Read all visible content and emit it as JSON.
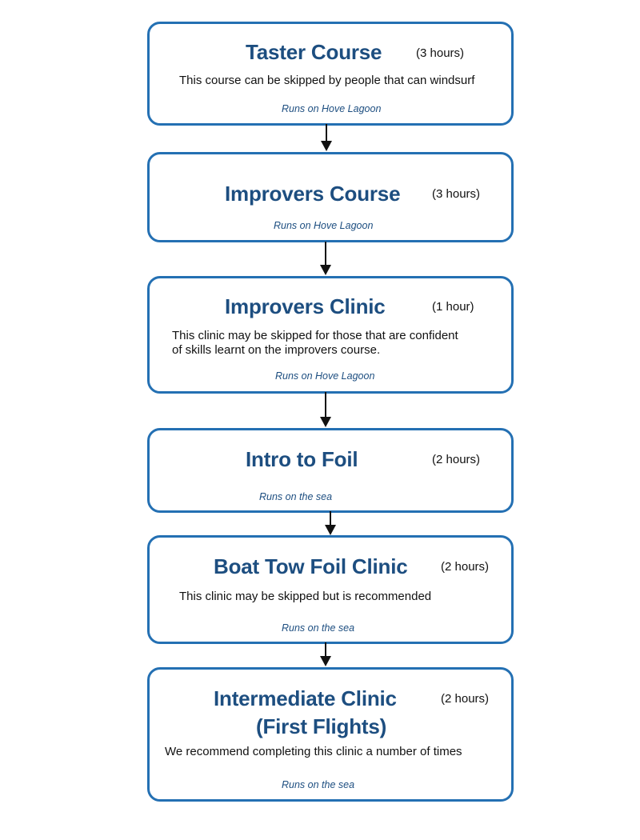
{
  "steps": [
    {
      "title": "Taster Course",
      "duration": "(3 hours)",
      "description": "This course can be skipped by people that can windsurf",
      "location": "Runs on Hove Lagoon"
    },
    {
      "title": "Improvers Course",
      "duration": "(3 hours)",
      "location": "Runs on Hove Lagoon"
    },
    {
      "title": "Improvers Clinic",
      "duration": "(1 hour)",
      "description_line1": "This clinic may be skipped for those that are confident",
      "description_line2": "of skills learnt on the improvers course.",
      "location": "Runs on Hove Lagoon"
    },
    {
      "title": "Intro to Foil",
      "duration": "(2 hours)",
      "location": "Runs on the sea"
    },
    {
      "title": "Boat Tow Foil Clinic",
      "duration": "(2 hours)",
      "description": "This clinic may be skipped but is recommended",
      "location": "Runs on the sea"
    },
    {
      "title_line1": "Intermediate Clinic",
      "title_line2": "(First Flights)",
      "duration": "(2 hours)",
      "description": "We recommend completing this clinic a number of times",
      "location": "Runs on the sea"
    }
  ],
  "colors": {
    "border": "#2470b3",
    "title": "#1d4e80",
    "location": "#1d4e80",
    "arrow": "#111111"
  }
}
